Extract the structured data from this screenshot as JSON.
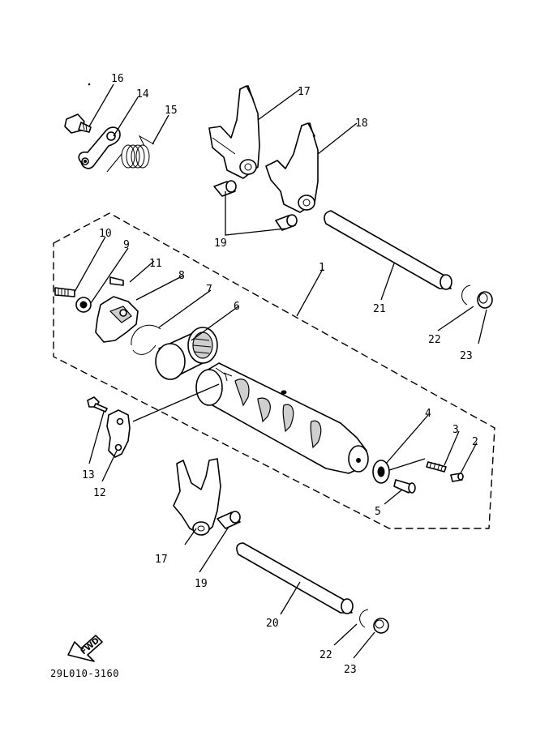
{
  "diagram_code": "29L010-3160",
  "direction_label": "FWD",
  "callouts": {
    "c1": "1",
    "c2": "2",
    "c3": "3",
    "c4": "4",
    "c5": "5",
    "c6": "6",
    "c7": "7",
    "c8": "8",
    "c9": "9",
    "c10": "10",
    "c11": "11",
    "c12": "12",
    "c13": "13",
    "c14": "14",
    "c15": "15",
    "c16": "16",
    "c17a": "17",
    "c17b": "17",
    "c18": "18",
    "c19a": "19",
    "c19b": "19",
    "c20": "20",
    "c21": "21",
    "c22a": "22",
    "c22b": "22",
    "c23a": "23",
    "c23b": "23"
  }
}
